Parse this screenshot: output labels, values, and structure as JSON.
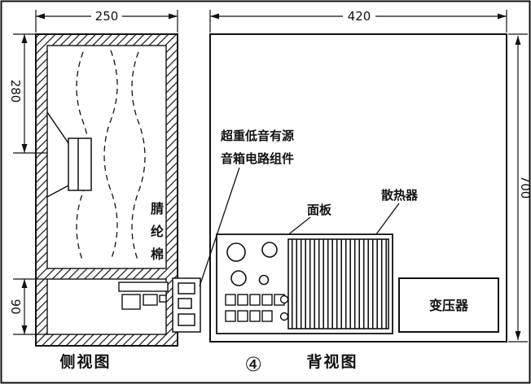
{
  "colors": {
    "ink": "#111111",
    "paper": "#ffffff"
  },
  "figure": {
    "badge": "④"
  },
  "side_view": {
    "caption": "侧视图",
    "dim_width": "250",
    "dim_upper_height": "280",
    "dim_lower_height": "90",
    "stuffing_chars": [
      "腈",
      "纶",
      "棉"
    ]
  },
  "back_view": {
    "caption": "背视图",
    "dim_width": "420",
    "dim_height": "700",
    "circuit_label_line1": "超重低音有源",
    "circuit_label_line2": "音箱电路组件",
    "panel_label": "面板",
    "heatsink_label": "散热器",
    "transformer_label": "变压器"
  }
}
